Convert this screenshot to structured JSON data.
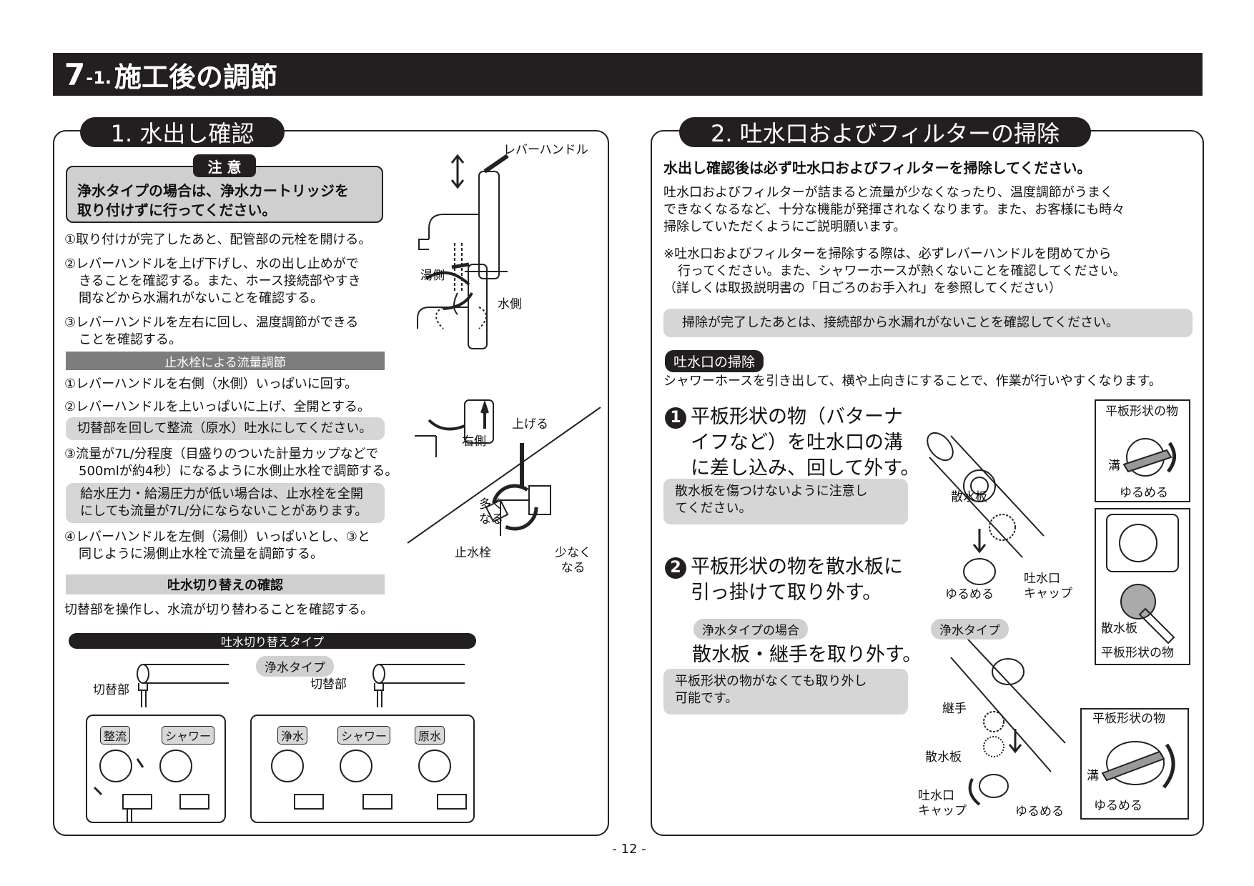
{
  "header": {
    "section_num": "7",
    "section_sub": "-1.",
    "title": "施工後の調節"
  },
  "left": {
    "heading": "1. 水出し確認",
    "caution": {
      "label": "注 意",
      "lines": [
        "浄水タイプの場合は、浄水カートリッジを",
        "取り付けずに行ってください。"
      ]
    },
    "steps": [
      [
        "①取り付けが完了したあと、配管部の元栓を開ける。"
      ],
      [
        "②レバーハンドルを上げ下げし、水の出し止めがで",
        "きることを確認する。また、ホース接続部やすき",
        "間などから水漏れがないことを確認する。"
      ],
      [
        "③レバーハンドルを左右に回し、温度調節ができる",
        "ことを確認する。"
      ]
    ],
    "flow_heading": "止水栓による流量調節",
    "flow_steps": [
      "①レバーハンドルを右側（水側）いっぱいに回す。",
      "②レバーハンドルを上いっぱいに上げ、全開とする。"
    ],
    "flow_note1": "切替部を回して整流（原水）吐水にしてください。",
    "flow_step3": [
      "③流量が7L/分程度（目盛りのついた計量カップなどで",
      "500mlが約4秒）になるように水側止水栓で調節する。"
    ],
    "flow_note2": [
      "給水圧力・給湯圧力が低い場合は、止水栓を全開",
      "にしても流量が7L/分にならないことがあります。"
    ],
    "flow_step4": [
      "④レバーハンドルを左側（湯側）いっぱいとし、③と",
      "同じように湯側止水栓で流量を調節する。"
    ],
    "switch_heading": "吐水切り替えの確認",
    "switch_text": "切替部を操作し、水流が切り替わることを確認する。",
    "switch_type_heading": "吐水切り替えタイプ",
    "labels": {
      "lever_handle": "レバーハンドル",
      "hot": "湯側",
      "cold": "水側",
      "raise": "上げる",
      "right": "右側",
      "more": [
        "多く",
        "なる"
      ],
      "stopcock": "止水栓",
      "less": [
        "少なく",
        "なる"
      ],
      "switch_part1": "切替部",
      "switch_part2": "切替部",
      "purifier_type": "浄水タイプ"
    },
    "modes1": [
      "整流",
      "シャワー"
    ],
    "modes2": [
      "浄水",
      "シャワー",
      "原水"
    ]
  },
  "right": {
    "heading": "2. 吐水口およびフィルターの掃除",
    "bold_line": "水出し確認後は必ず吐水口およびフィルターを掃除してください。",
    "para": [
      "吐水口およびフィルターが詰まると流量が少なくなったり、温度調節がうまく",
      "できなくなるなど、十分な機能が発揮されなくなります。また、お客様にも時々",
      "掃除していただくようにご説明願います。"
    ],
    "note_para": [
      "※吐水口およびフィルターを掃除する際は、必ずレバーハンドルを閉めてから",
      "行ってください。また、シャワーホースが熱くないことを確認してください。",
      "（詳しくは取扱説明書の「日ごろのお手入れ」を参照してください）"
    ],
    "gray_note": "掃除が完了したあとは、接続部から水漏れがないことを確認してください。",
    "outlet_tag": "吐水口の掃除",
    "outlet_text": "シャワーホースを引き出して、横や上向きにすることで、作業が行いやすくなります。",
    "step1_num": "1",
    "step1": [
      "平板形状の物（バターナ",
      "イフなど）を吐水口の溝",
      "に差し込み、回して外す。"
    ],
    "step1_note": [
      "散水板を傷つけないように注意し",
      "てください。"
    ],
    "step2_num": "2",
    "step2": [
      "平板形状の物を散水板に",
      "引っ掛けて取り外す。"
    ],
    "purifier_tag": "浄水タイプの場合",
    "purifier_text": "散水板・継手を取り外す。",
    "purifier_note": [
      "平板形状の物がなくても取り外し",
      "可能です。"
    ],
    "labels": {
      "flat1": "平板形状の物",
      "groove1": "溝",
      "loosen1": "ゆるめる",
      "spray1": "散水板",
      "loosen2": "ゆるめる",
      "cap1": [
        "吐水口",
        "キャップ"
      ],
      "spray2": "散水板",
      "flat2": "平板形状の物",
      "purifier_type": "浄水タイプ",
      "joint": "継手",
      "spray3": "散水板",
      "cap2": [
        "吐水口",
        "キャップ"
      ],
      "loosen3": "ゆるめる",
      "flat3": "平板形状の物",
      "groove2": "溝",
      "loosen4": "ゆるめる"
    }
  },
  "footer": {
    "page": "- 12 -"
  }
}
